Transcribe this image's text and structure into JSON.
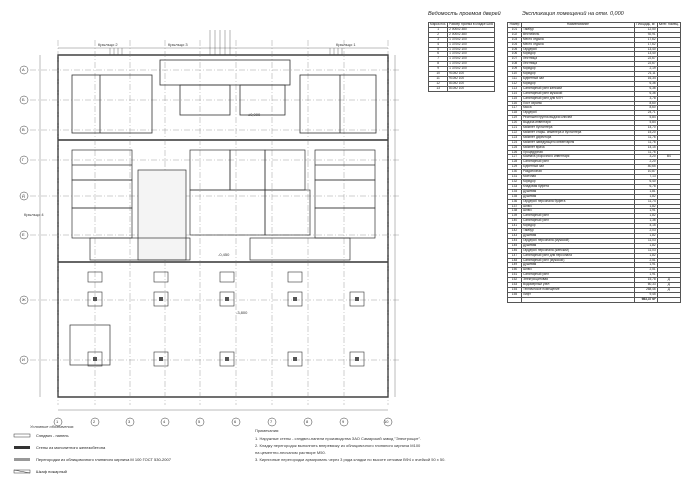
{
  "openings_table": {
    "title": "Ведомость проемов дверей",
    "headers": [
      "Марка поз.",
      "Размер проема в кладке ШхВ"
    ],
    "rows": [
      [
        "1",
        "2 000x2 380"
      ],
      [
        "2",
        "2 000x2 380"
      ],
      [
        "3",
        "1 370x2 100"
      ],
      [
        "4",
        "1 370x2 100"
      ],
      [
        "5",
        "1 370x2 100"
      ],
      [
        "6",
        "1 370x2 100"
      ],
      [
        "7",
        "1 370x2 100"
      ],
      [
        "8",
        "1 370x2 100"
      ],
      [
        "9",
        "1 370x2 100"
      ],
      [
        "10",
        "910x2 100"
      ],
      [
        "11",
        "910x2 100"
      ],
      [
        "12",
        "810x2 100"
      ],
      [
        "13",
        "810x2 100"
      ]
    ]
  },
  "rooms_table": {
    "title": "Экспликация помещений на отм. 0,000",
    "headers": [
      "Номер",
      "Наименование",
      "Площадь, м²",
      "Катег. помещ."
    ],
    "rows": [
      [
        "101",
        "Тамбур",
        "12,50",
        ""
      ],
      [
        "102",
        "Вестибюль",
        "92,91",
        ""
      ],
      [
        "103",
        "Место отдыха",
        "17,62",
        ""
      ],
      [
        "104",
        "Место отдыха",
        "17,62",
        ""
      ],
      [
        "105",
        "Гардероб",
        "13,40",
        ""
      ],
      [
        "106",
        "Коридор",
        "13,40",
        ""
      ],
      [
        "107",
        "Лестница",
        "22,67",
        ""
      ],
      [
        "108",
        "Лестница",
        "22,67",
        ""
      ],
      [
        "109",
        "Коридор",
        "2,19",
        ""
      ],
      [
        "110",
        "Коридор",
        "21,11",
        ""
      ],
      [
        "111",
        "Буфетный зал",
        "16,34",
        ""
      ],
      [
        "112",
        "Коридор",
        "6,36",
        ""
      ],
      [
        "113",
        "Санитарный узел женский",
        "6,36",
        ""
      ],
      [
        "114",
        "Санитарный узел мужской",
        "6,36",
        ""
      ],
      [
        "115",
        "Санитарный узел для МГН",
        "3,78",
        ""
      ],
      [
        "116",
        "Пост охраны",
        "8,60",
        ""
      ],
      [
        "117",
        "Касса",
        "8,60",
        ""
      ],
      [
        "118",
        "Гардероб",
        "24,71",
        ""
      ],
      [
        "119",
        "Ресепшен/группа выдачи ключей",
        "5,84",
        ""
      ],
      [
        "120",
        "Выдача инвентаря",
        "5,84",
        ""
      ],
      [
        "121",
        "Кабинет бухгалтера",
        "14,70",
        ""
      ],
      [
        "122",
        "Кабинет старш. инженера и бухгалтера",
        "15,20",
        ""
      ],
      [
        "123",
        "Кабинет директора",
        "11,76",
        ""
      ],
      [
        "124",
        "Кабинет заведующего инвентарем",
        "11,76",
        ""
      ],
      [
        "125",
        "Кабинет врача",
        "14,15",
        ""
      ],
      [
        "126",
        "Процедурная",
        "11,76",
        ""
      ],
      [
        "127",
        "Комната уборочного инвентаря",
        "3,20",
        "В4"
      ],
      [
        "128",
        "Санитарный узел",
        "2,20",
        ""
      ],
      [
        "129",
        "Буфетный зал",
        "40,65",
        ""
      ],
      [
        "130",
        "Раздаточная",
        "10,87",
        ""
      ],
      [
        "131",
        "Моечная",
        "7,13",
        ""
      ],
      [
        "132",
        "Коридор",
        "6,40",
        ""
      ],
      [
        "133",
        "Кладовая буфета",
        "6,78",
        ""
      ],
      [
        "134",
        "Душевая",
        "1,81",
        ""
      ],
      [
        "135",
        "Душевая",
        "1,82",
        ""
      ],
      [
        "136",
        "Гардероб персонала буфета",
        "11,74",
        ""
      ],
      [
        "137",
        "Шлюз",
        "1,82",
        ""
      ],
      [
        "138",
        "Шлюз",
        "1,91",
        ""
      ],
      [
        "139",
        "Санитарный узел",
        "1,82",
        ""
      ],
      [
        "140",
        "Санитарный узел",
        "1,36",
        ""
      ],
      [
        "141",
        "Коридор",
        "4,15",
        ""
      ],
      [
        "142",
        "Тамбур",
        "2,03",
        ""
      ],
      [
        "143",
        "Душевая",
        "1,82",
        ""
      ],
      [
        "144",
        "Гардероб персонала (мужской)",
        "11,03",
        ""
      ],
      [
        "145",
        "Душевая",
        "1,82",
        ""
      ],
      [
        "146",
        "Гардероб персонала (женский)",
        "11,03",
        ""
      ],
      [
        "147",
        "Санитарный узел для персонала",
        "1,82",
        ""
      ],
      [
        "148",
        "Санитарный узел (мужской)",
        "2,51",
        ""
      ],
      [
        "149",
        "Душевая",
        "1,91",
        ""
      ],
      [
        "150",
        "Шлюз",
        "2,51",
        ""
      ],
      [
        "151",
        "Санитарный узел",
        "1,91",
        ""
      ],
      [
        "152",
        "Электрощитовая",
        "15,78",
        "Д"
      ],
      [
        "153",
        "Водомерный узел",
        "60,33",
        "Д"
      ],
      [
        "154",
        "Техническое помещение",
        "268,46",
        "Д"
      ],
      [
        "155",
        "Лифт",
        "9,45",
        ""
      ]
    ],
    "total": "983,37 м²"
  },
  "plan_labels": {
    "stair_1": "Крыльцо 1",
    "stair_2": "Крыльцо 2",
    "stair_3": "Крыльцо 3",
    "stair_4": "Крыльцо 4",
    "elevation_main": "±0,000",
    "elevation_low": "-3,800",
    "elevation_mid": "-0,450",
    "grid_cols": [
      "1",
      "2",
      "3",
      "4",
      "5",
      "6",
      "7",
      "8",
      "9",
      "10"
    ],
    "grid_rows": [
      "А",
      "Б",
      "В",
      "Г",
      "Д",
      "Е",
      "Ж",
      "И"
    ]
  },
  "legend": {
    "title": "Условные обозначения:",
    "items": [
      "Сэндвич - панель",
      "Стены из монолитного железобетона",
      "Перегородки из облицовочного глиняного кирпича М 100 ГОСТ 530-2007",
      "Шкаф пожарный"
    ]
  },
  "notes": {
    "title": "Примечания:",
    "lines": [
      "1. Наружные стены - сэндвич-панели производства ЗАО Самарский завод \"Электрощит\".",
      "2. Кладку перегородок выполнять вперевязку из облицовочного глиняного кирпича М100",
      "на цементно-песчаном растворе М50.",
      "3. Кирпичные перегородки армировать через 3 ряда кладки по высоте сетками ВФ4 с ячейкой 50 х 50."
    ]
  }
}
